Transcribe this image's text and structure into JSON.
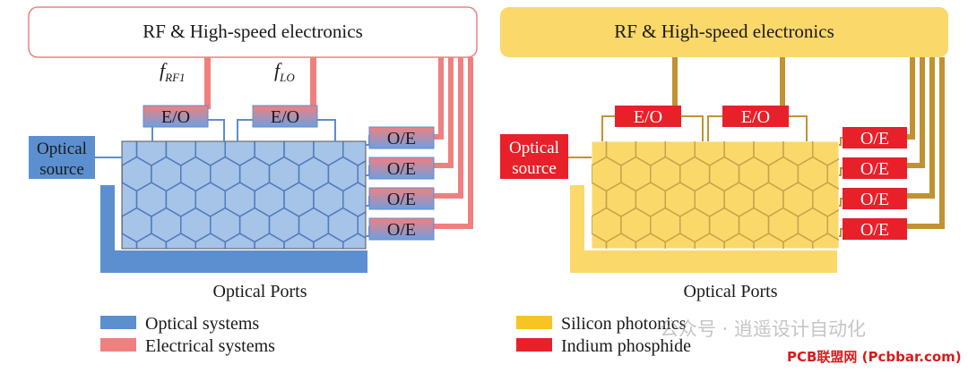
{
  "left_panel": {
    "header": "RF & High-speed electronics",
    "freq_rf": "f",
    "freq_rf_sub": "RF1",
    "freq_lo": "f",
    "freq_lo_sub": "LO",
    "eo_labels": [
      "E/O",
      "E/O"
    ],
    "oe_labels": [
      "O/E",
      "O/E",
      "O/E",
      "O/E"
    ],
    "source_lines": [
      "Optical",
      "source"
    ],
    "ports": "Optical Ports",
    "legend": [
      {
        "label": "Optical systems",
        "color": "#5b8fcf"
      },
      {
        "label": "Electrical systems",
        "color": "#f08080"
      }
    ]
  },
  "right_panel": {
    "header": "RF & High-speed electronics",
    "eo_labels": [
      "E/O",
      "E/O"
    ],
    "oe_labels": [
      "O/E",
      "O/E",
      "O/E",
      "O/E"
    ],
    "source_lines": [
      "Optical",
      "source"
    ],
    "ports": "Optical Ports",
    "legend": [
      {
        "label": "Silicon photonics",
        "color": "#f7c325"
      },
      {
        "label": "Indium phosphide",
        "color": "#e8202a"
      }
    ]
  },
  "watermark": {
    "text1": "公众号 · 逍遥设计自动化",
    "text2": "PCB联盟网 (Pcbbar.com)"
  },
  "colors": {
    "optical_blue": "#5b8fcf",
    "grid_blue": "#a6c3e8",
    "electrical_pink": "#f08080",
    "si_yellow": "#fbd86a",
    "inp_red": "#e8202a",
    "gold_line": "#c19233"
  }
}
